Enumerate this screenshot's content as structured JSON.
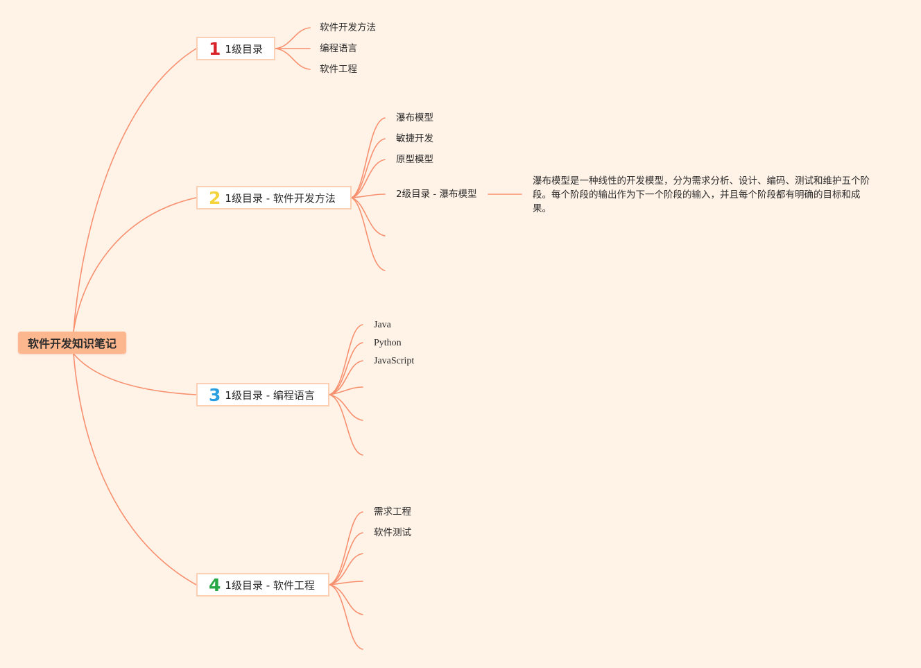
{
  "root": {
    "label": "软件开发知识笔记"
  },
  "branches": [
    {
      "number": "1",
      "number_color": "#d9252a",
      "label": "1级目录",
      "leaves": [
        "软件开发方法",
        "编程语言",
        "软件工程"
      ]
    },
    {
      "number": "2",
      "number_color": "#f5d33b",
      "label": "1级目录 - 软件开发方法",
      "leaves": [
        "瀑布模型",
        "敏捷开发",
        "原型模型",
        "2级目录 - 瀑布模型"
      ],
      "detail": "瀑布模型是一种线性的开发模型，分为需求分析、设计、编码、测试和维护五个阶段。每个阶段的输出作为下一个阶段的输入，并且每个阶段都有明确的目标和成果。"
    },
    {
      "number": "3",
      "number_color": "#2a9fe0",
      "label": "1级目录 - 编程语言",
      "leaves": [
        "Java",
        "Python",
        "JavaScript"
      ]
    },
    {
      "number": "4",
      "number_color": "#27a844",
      "label": "1级目录 - 软件工程",
      "leaves": [
        "需求工程",
        "软件测试"
      ]
    }
  ],
  "colors": {
    "background": "#fff2e7",
    "connector": "#f7906f",
    "root_fill": "#fdb78f",
    "branch_border": "#fbd0b5"
  }
}
